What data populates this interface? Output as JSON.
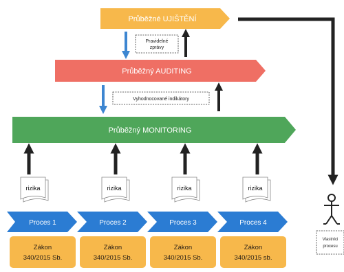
{
  "levels": {
    "assurance": {
      "label": "Průběžné UJIŠTĚNÍ",
      "color": "#f7b84b"
    },
    "auditing": {
      "label": "Průběžný AUDITING",
      "color": "#ef6f64"
    },
    "monitoring": {
      "label": "Průběžný MONITORING",
      "color": "#4fa65a"
    }
  },
  "notes": {
    "regular_reports": "Pravidelné zprávy",
    "evaluated_indicators": "Vyhodnocované indikátory"
  },
  "risks": [
    "rizika",
    "rizika",
    "rizika",
    "rizika"
  ],
  "processes": [
    {
      "label": "Proces 1"
    },
    {
      "label": "Proces 2"
    },
    {
      "label": "Proces 3"
    },
    {
      "label": "Proces 4"
    }
  ],
  "laws": [
    {
      "line1": "Zákon",
      "line2": "340/2015 Sb."
    },
    {
      "line1": "Zákon",
      "line2": "340/2015 Sb."
    },
    {
      "line1": "Zákon",
      "line2": "340/2015 Sb."
    },
    {
      "line1": "Zákon",
      "line2": "340/2015 sb."
    }
  ],
  "process_owner": {
    "line1": "Vlastníci",
    "line2": "procesu"
  },
  "colors": {
    "process": "#2b7cd3",
    "law": "#f7b84b",
    "arrow_up": "#222222",
    "arrow_down": "#3d86d1"
  }
}
